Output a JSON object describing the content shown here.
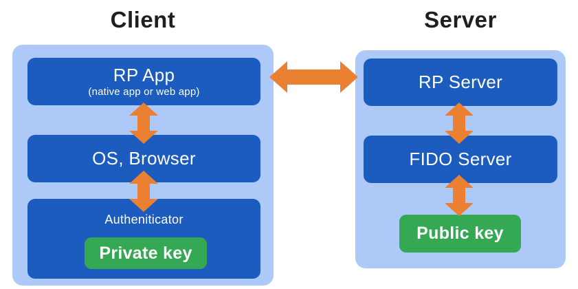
{
  "diagram": {
    "client": {
      "title": "Client",
      "rp_app": {
        "label": "RP App",
        "sublabel": "(native app or web app)"
      },
      "os_browser": {
        "label": "OS, Browser"
      },
      "authenticator": {
        "label": "Autheniticator",
        "private_key_label": "Private key"
      }
    },
    "server": {
      "title": "Server",
      "rp_server": {
        "label": "RP Server"
      },
      "fido_server": {
        "label": "FIDO Server"
      },
      "public_key_label": "Public key"
    },
    "colors": {
      "box_blue": "#1b5cbe",
      "panel_blue": "#adc9f7",
      "key_green": "#34a853",
      "arrow_orange": "#ec8032",
      "title_text": "#1f1f1f",
      "box_text": "#ffffff",
      "background": "#ffffff"
    }
  }
}
